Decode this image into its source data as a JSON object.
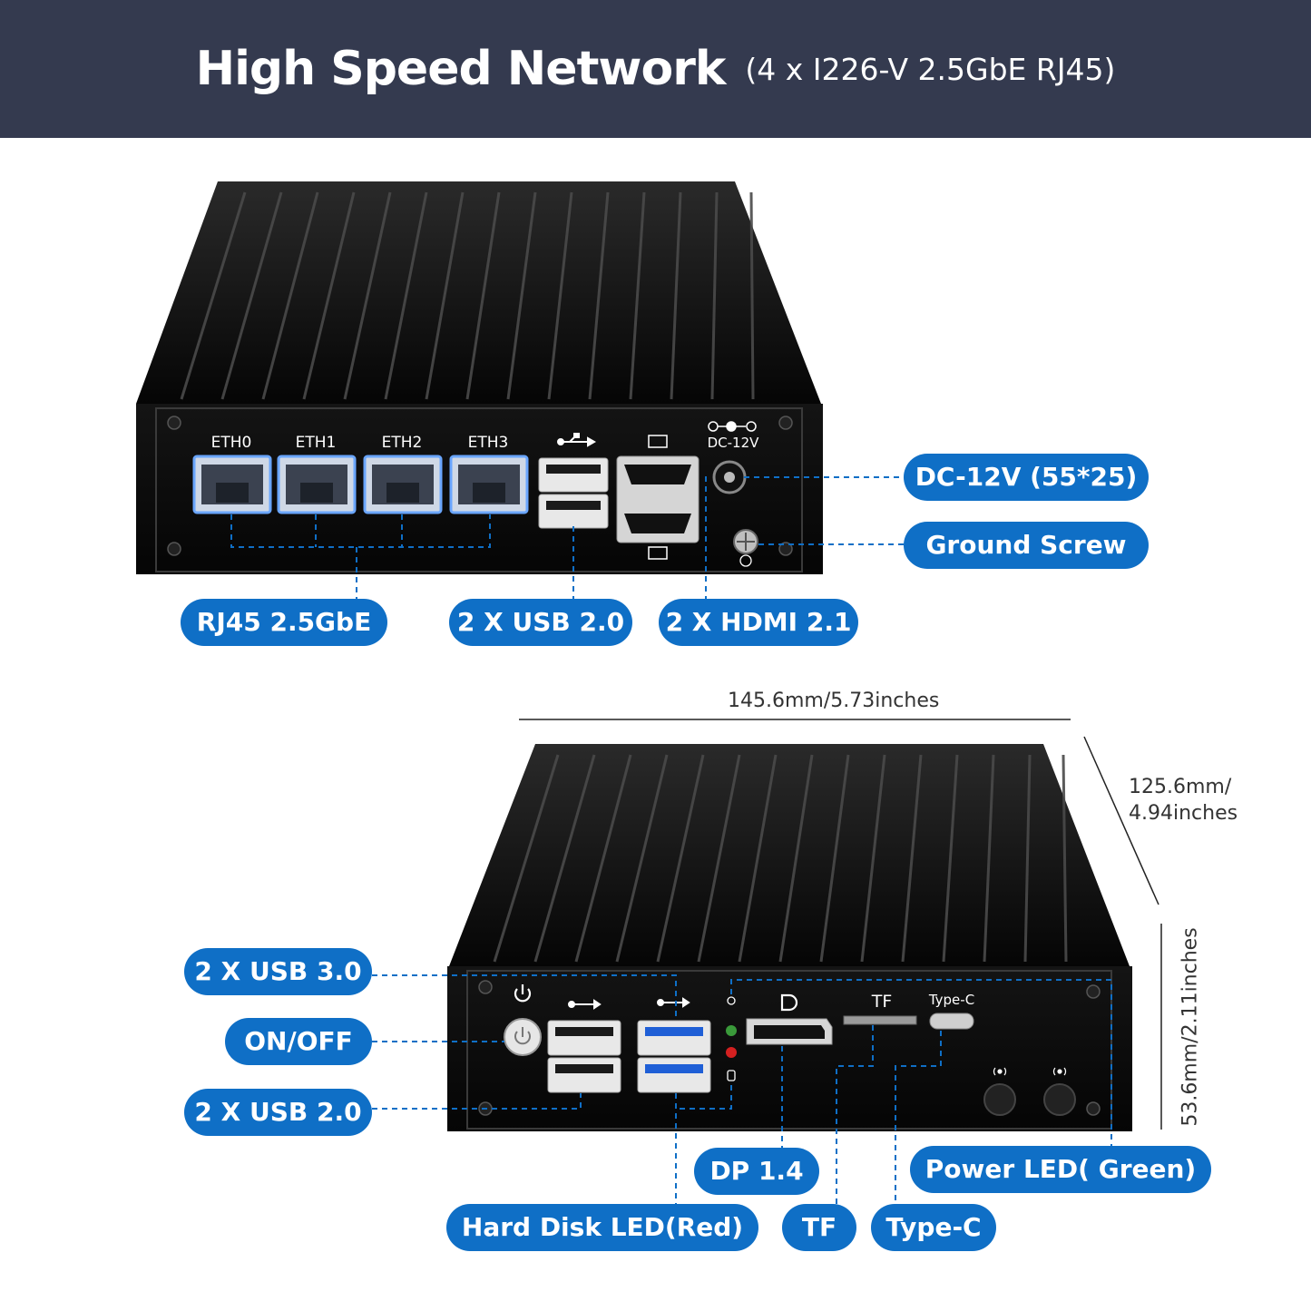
{
  "header": {
    "title": "High Speed Network",
    "subtitle": "(4 x I226-V 2.5GbE RJ45)",
    "bg_color": "#343a4f"
  },
  "accent_color": "#0f6fc6",
  "rear_panel": {
    "port_labels": [
      "ETH0",
      "ETH1",
      "ETH2",
      "ETH3"
    ],
    "dc_label": "DC-12V",
    "callouts": {
      "dc": "DC-12V (55*25)",
      "ground": "Ground Screw",
      "rj45": "RJ45 2.5GbE",
      "usb": "2 X USB 2.0",
      "hdmi": "2 X HDMI 2.1"
    }
  },
  "dimensions": {
    "width": "145.6mm/5.73inches",
    "depth_line1": "125.6mm/",
    "depth_line2": "4.94inches",
    "height": "53.6mm/2.11inches"
  },
  "front_panel": {
    "tf_label": "TF",
    "typec_label": "Type-C",
    "callouts": {
      "usb3": "2 X USB 3.0",
      "onoff": "ON/OFF",
      "usb2": "2 X USB 2.0",
      "dp": "DP 1.4",
      "power_led": "Power LED( Green)",
      "hdd_led": "Hard Disk LED(Red)",
      "tf": "TF",
      "typec": "Type-C"
    }
  }
}
